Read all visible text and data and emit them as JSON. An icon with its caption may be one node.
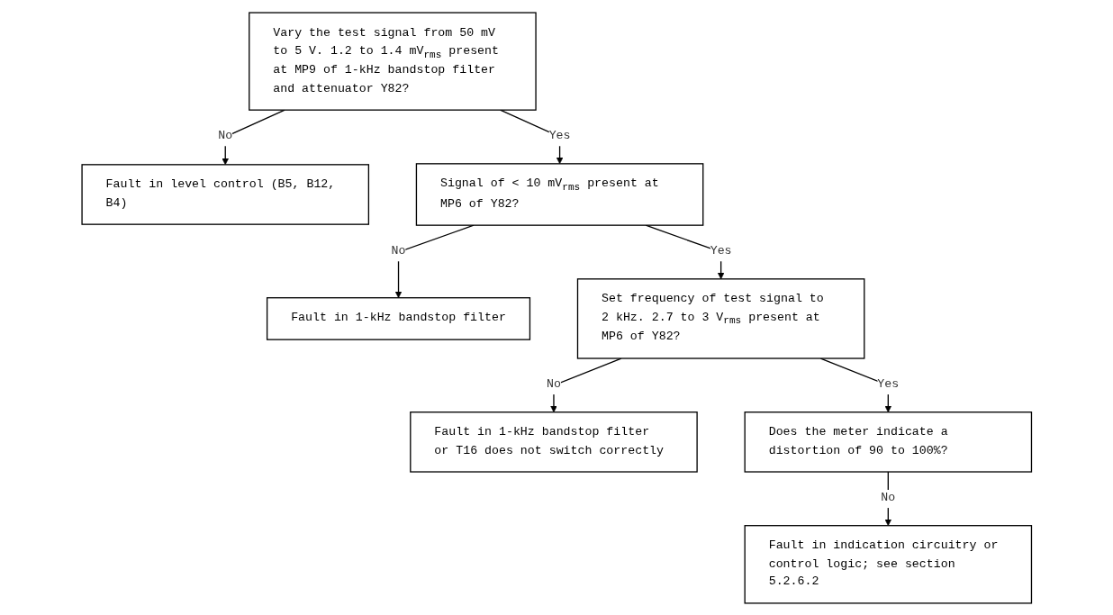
{
  "diagram": {
    "nodes": [
      {
        "text": [
          "Vary the test signal from 50 mV to 5 V. 1.2 to 1.4 mV$_{rms}$ present at MP9 of 1-kHz bandstop filter and attenuator Y82?"
        ]
      },
      {
        "text": [
          "Fault in level control (B5, B12, B4)"
        ]
      },
      {
        "text": [
          "Signal of < 10 mV$_{rms}$ present at MP6 of Y82?"
        ]
      },
      {
        "text": [
          "Fault in 1-kHz bandstop filter"
        ]
      },
      {
        "text": [
          "Set frequency of test signal to 2 kHz. 2.7 to 3 V$_{rms}$ present at MP6 of Y82?"
        ]
      },
      {
        "text": [
          "Fault in 1-kHz bandstop filter or T16 does not switch correctly"
        ]
      },
      {
        "text": [
          "Does the meter indicate a distortion of 90 to 100%?"
        ]
      },
      {
        "text": [
          "Fault in indication circuitry or control logic; see section 5.2.6.2"
        ]
      }
    ],
    "edges": [
      {
        "from": 0,
        "to": 1,
        "arrow": "to",
        "label": "No"
      },
      {
        "from": 0,
        "to": 2,
        "arrow": "to",
        "label": "Yes"
      },
      {
        "from": 2,
        "to": 3,
        "arrow": "to",
        "label": "No"
      },
      {
        "from": 2,
        "to": 4,
        "arrow": "to",
        "label": "Yes"
      },
      {
        "from": 4,
        "to": 5,
        "arrow": "to",
        "label": "No"
      },
      {
        "from": 4,
        "to": 6,
        "arrow": "to",
        "label": "Yes"
      },
      {
        "from": 6,
        "to": 7,
        "arrow": "to",
        "label": "No"
      }
    ]
  }
}
